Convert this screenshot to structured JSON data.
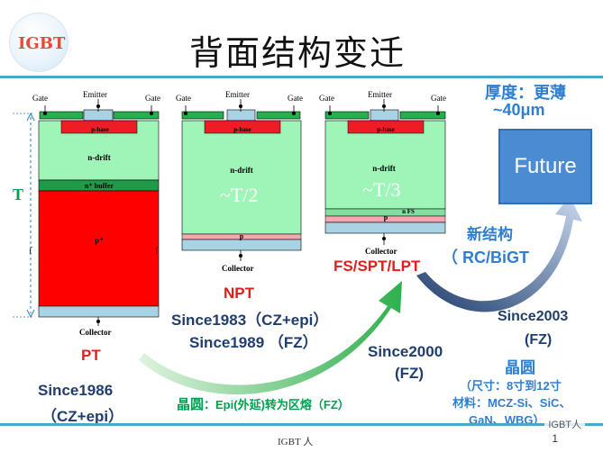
{
  "title": "背面结构变迁",
  "logo_text": "IGBT",
  "labels": {
    "gate": "Gate",
    "emitter": "Emitter",
    "collector": "Collector",
    "p_base": "p-base",
    "n_drift": "n-drift",
    "n_buffer": "n⁺ buffer",
    "p_plus": "p⁺",
    "p": "p",
    "n_fs": "n FS"
  },
  "device_pt": {
    "name": "PT",
    "since": "Since1986",
    "process": "（CZ+epi）",
    "thickness_label": "T"
  },
  "device_npt": {
    "name": "NPT",
    "since1": "Since1983（CZ+epi）",
    "since2": "Since1989 （FZ）",
    "thickness": "~T/2"
  },
  "device_fs": {
    "name": "FS/SPT/LPT",
    "since": "Since2000",
    "process": "(FZ)",
    "thickness": "~T/3"
  },
  "future": {
    "box_label": "Future",
    "thickness_line1": "厚度：更薄",
    "thickness_line2": "~40μm",
    "new_structure": "新结构",
    "rc_bigt": "（ RC/BiGT",
    "since": "Since2003",
    "process": "(FZ)",
    "wafer_title": "晶圆",
    "size": "（尺寸：8寸到12寸",
    "material_line1": "材料：MCZ-Si、SiC、",
    "material_line2": "GaN、WBG）"
  },
  "wafer_note_prefix": "晶圆",
  "wafer_note_text": "：Epi(外延)转为区熔（FZ）",
  "footer": "IGBT 人",
  "page_number": "1",
  "watermark": "IGBT人",
  "colors": {
    "drift": "#9ff5b8",
    "buffer": "#1f9a47",
    "pplus": "#ff0000",
    "collector": "#a8d3e4",
    "pbase": "#ee1c24",
    "gate_green": "#22b14c",
    "player": "#f4a7b0",
    "arrow_green": "#2fb04d",
    "arrow_blue": "#2e5b9a"
  }
}
